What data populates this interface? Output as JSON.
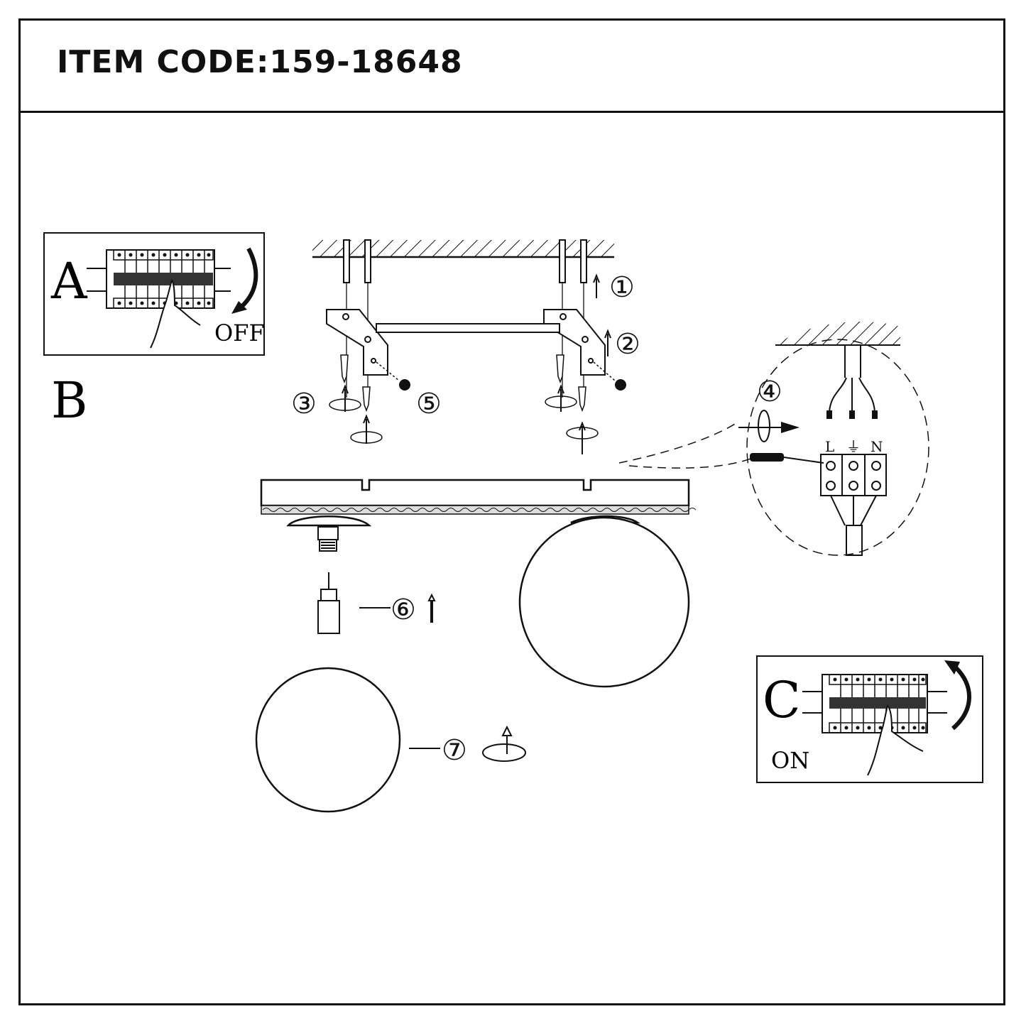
{
  "header": {
    "item_code": "ITEM CODE:159-18648"
  },
  "panel_a": {
    "letter": "A",
    "state": "OFF"
  },
  "section_b": {
    "letter": "B"
  },
  "panel_c": {
    "letter": "C",
    "state": "ON"
  },
  "steps": [
    "①",
    "②",
    "③",
    "④",
    "⑤",
    "⑥",
    "⑦"
  ],
  "terminals": {
    "live": "L",
    "earth": "⏚",
    "neutral": "N"
  }
}
